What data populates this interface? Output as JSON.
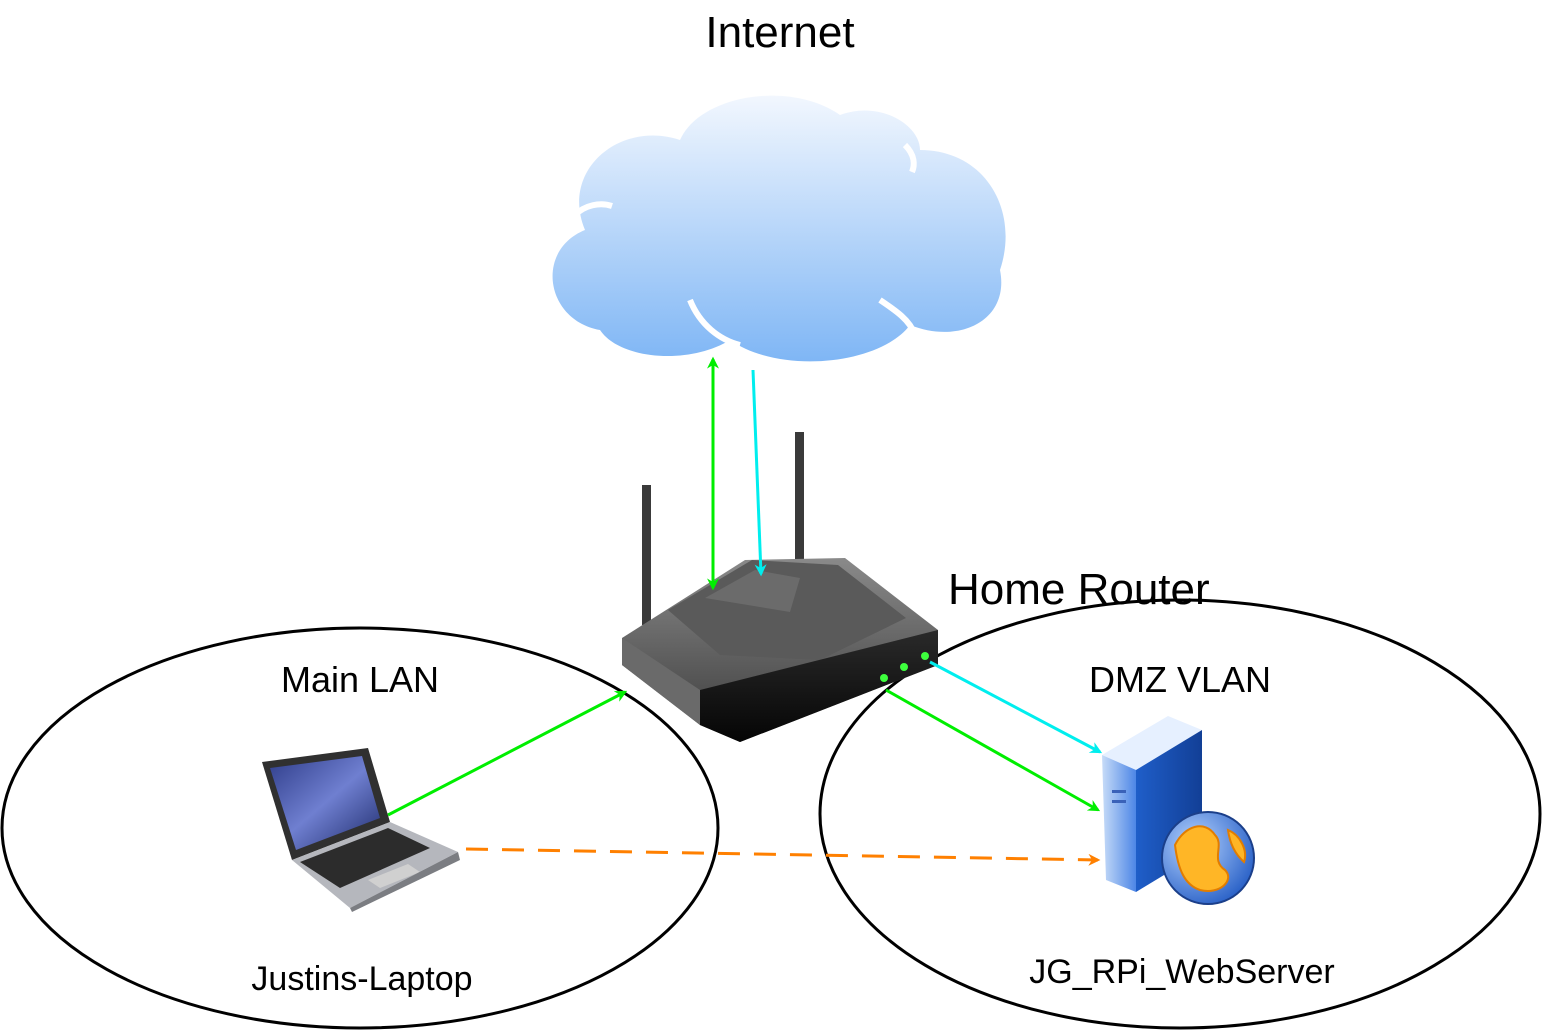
{
  "labels": {
    "internet": "Internet",
    "router": "Home Router",
    "main_lan": "Main LAN",
    "dmz_vlan": "DMZ VLAN",
    "laptop": "Justins-Laptop",
    "server": "JG_RPi_WebServer"
  },
  "icons": {
    "cloud": "cloud-icon",
    "router": "wireless-router-icon",
    "laptop": "laptop-icon",
    "server": "web-server-icon"
  },
  "colors": {
    "green_link": "#00ee00",
    "cyan_link": "#00eeee",
    "orange_link": "#ff8000",
    "zone_outline": "#000000",
    "cloud_top": "#f2f7fe",
    "cloud_bottom": "#7fb6f5"
  }
}
